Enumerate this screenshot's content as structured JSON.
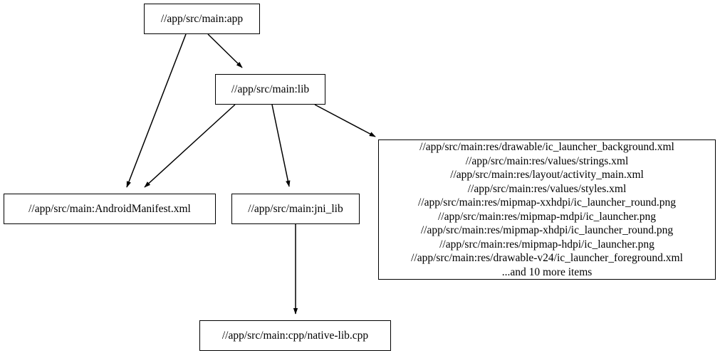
{
  "diagram": {
    "title": "bazel-target-dependency-graph",
    "background_color": "#ffffff",
    "line_color": "#000000",
    "nodes": {
      "app": {
        "label": "//app/src/main:app"
      },
      "lib": {
        "label": "//app/src/main:lib"
      },
      "manifest": {
        "label": "//app/src/main:AndroidManifest.xml"
      },
      "jni_lib": {
        "label": "//app/src/main:jni_lib"
      },
      "cpp": {
        "label": "//app/src/main:cpp/native-lib.cpp"
      },
      "resources": {
        "lines": [
          "//app/src/main:res/drawable/ic_launcher_background.xml",
          "//app/src/main:res/values/strings.xml",
          "//app/src/main:res/layout/activity_main.xml",
          "//app/src/main:res/values/styles.xml",
          "//app/src/main:res/mipmap-xxhdpi/ic_launcher_round.png",
          "//app/src/main:res/mipmap-mdpi/ic_launcher.png",
          "//app/src/main:res/mipmap-xhdpi/ic_launcher_round.png",
          "//app/src/main:res/mipmap-hdpi/ic_launcher.png",
          "//app/src/main:res/drawable-v24/ic_launcher_foreground.xml",
          "...and 10 more items"
        ],
        "label": "//app/src/main:res/drawable/ic_launcher_background.xml\n//app/src/main:res/values/strings.xml\n//app/src/main:res/layout/activity_main.xml\n//app/src/main:res/values/styles.xml\n//app/src/main:res/mipmap-xxhdpi/ic_launcher_round.png\n//app/src/main:res/mipmap-mdpi/ic_launcher.png\n//app/src/main:res/mipmap-xhdpi/ic_launcher_round.png\n//app/src/main:res/mipmap-hdpi/ic_launcher.png\n//app/src/main:res/drawable-v24/ic_launcher_foreground.xml\n...and 10 more items"
      }
    },
    "edges": [
      {
        "from": "app",
        "to": "lib"
      },
      {
        "from": "app",
        "to": "manifest"
      },
      {
        "from": "lib",
        "to": "manifest"
      },
      {
        "from": "lib",
        "to": "jni_lib"
      },
      {
        "from": "lib",
        "to": "resources"
      },
      {
        "from": "jni_lib",
        "to": "cpp"
      }
    ]
  }
}
